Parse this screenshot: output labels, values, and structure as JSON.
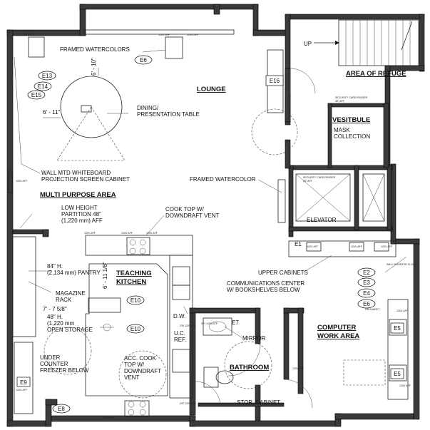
{
  "rooms": {
    "lounge": "LOUNGE",
    "area_of_refuge": "AREA OF REFUGE",
    "vestibule": "VESITBULE",
    "multi_purpose": "MULTI PURPOSE AREA",
    "teaching_kitchen_1": "TEACHING",
    "teaching_kitchen_2": "KITCHEN",
    "computer_work_1": "COMPUTER",
    "computer_work_2": "WORK AREA",
    "bathroom": "BATHROOM",
    "elevator": "ELEVATOR"
  },
  "notes": {
    "framed_watercolors": "FRAMED WATERCOLORS",
    "up": "UP",
    "dining_1": "DINING/",
    "dining_2": "PRESENTATION TABLE",
    "dim_6_10": "6' - 10\"",
    "dim_6_11": "6' - 11\"",
    "mask_1": "MASK",
    "mask_2": "COLLECTION",
    "wall_mtd_1": "WALL MTD WHITEBOARD",
    "wall_mtd_2": "PROJECTION SCREEN CABINET",
    "framed_watercolor": "FRAMED WATERCOLOR",
    "low_height_1": "LOW HEIGHT",
    "low_height_2": "PARTITION 48\"",
    "low_height_3": "(1,220 mm) AFF",
    "cooktop_1": "COOK TOP W/",
    "cooktop_2": "DOWNDRAFT VENT",
    "pantry_1": "84\" H.",
    "pantry_2": "(2,134 mm) PANTRY",
    "dim_6_11_18": "6' - 11 1/8\"",
    "magazine_1": "MAGAZINE",
    "magazine_2": "RACK",
    "dim_7_5_8": "7' - 7 5/8\"",
    "open_storage_1": "48\" H.",
    "open_storage_2": "(1,220 mm",
    "open_storage_3": "OPEN STORAGE",
    "freezer_1": "UNDER",
    "freezer_2": "COUNTER",
    "freezer_3": "FREEZER BELOW",
    "acc_cooktop_1": "ACC. COOK",
    "acc_cooktop_2": "TOP W/",
    "acc_cooktop_3": "DOWNDRAFT",
    "acc_cooktop_4": "VENT",
    "dw": "D.W.",
    "uc_ref_1": "U.C.",
    "uc_ref_2": "REF.",
    "mirror": "MIRROR",
    "upper_cabinets": "UPPER CABINETS",
    "comm_1": "COMMUNICATIONS CENTER",
    "comm_2": "W/ BOOKSHELVES BELOW",
    "stor_cabinet": "STOR. CABINET",
    "wall_mounted_clock": "WALL MOUNTED CLOCK",
    "groharet": "GROHARET",
    "card_reader_1": "SECURITY CARD READER",
    "card_reader_2": "35\" AFF",
    "card_reader_3": "SECURITY CARD READER",
    "card_reader_4": "35\" AFF"
  },
  "tags": {
    "E6a": "E6",
    "E13": "E13",
    "E14": "E14",
    "E15": "E15",
    "E16": "E16",
    "E10a": "E10",
    "E10b": "E10",
    "E9": "E9",
    "E8": "E8",
    "E7": "E7",
    "E1": "E1",
    "E2": "E2",
    "E3": "E3",
    "E4": "E4",
    "E6b": "E6",
    "E5a": "E5",
    "E5b": "E5"
  },
  "outlets": {
    "o1": "120V AFF",
    "o2": "120V AFF",
    "o3": "120V AFF",
    "o4": "120V AFF",
    "o5": "120V AFF",
    "o6": "120V AFF",
    "o7": "120V AFF",
    "o8": "120V AFF",
    "o9": "120V AFF",
    "o10": "120V AFF",
    "o11": "120V AFF",
    "o12": "120V AFF",
    "o13": "GFI 120V AFF",
    "o14": "GFI 120V AFF",
    "o15": "GFI 120V AFF",
    "o16": "120V AFF",
    "o17": "120V AFF",
    "o18": "120V AFF"
  }
}
